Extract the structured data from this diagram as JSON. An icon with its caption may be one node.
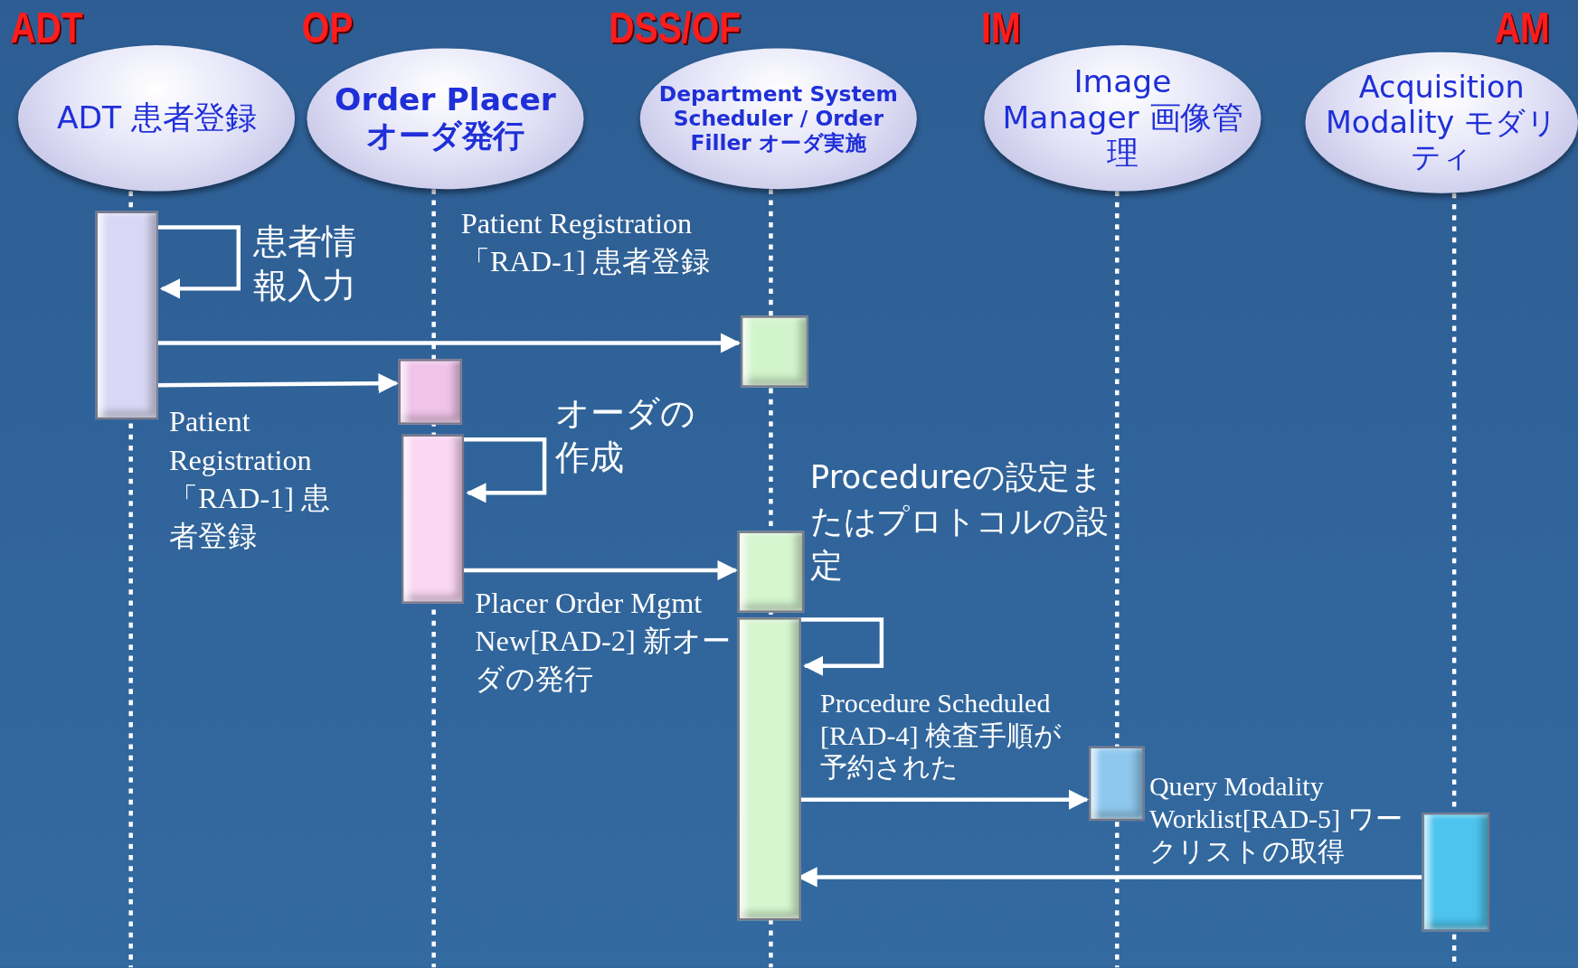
{
  "diagram": {
    "nodes": [
      {
        "text": [
          "ADT",
          "ADT 患者登録"
        ]
      },
      {
        "text": [
          "OP",
          "Order Placer オーダ発行"
        ]
      },
      {
        "text": [
          "DSS/OF",
          "Department System Scheduler / Order Filler オーダ実施"
        ]
      },
      {
        "text": [
          "IM",
          "Image Manager 画像管理"
        ]
      },
      {
        "text": [
          "AM",
          "Acquisition Modality モダリティ"
        ]
      },
      {
        "text": [],
        "shape": "bar"
      },
      {
        "text": [],
        "shape": "bar"
      },
      {
        "text": [],
        "shape": "bar"
      },
      {
        "text": [],
        "shape": "bar"
      },
      {
        "text": [],
        "shape": "bar"
      },
      {
        "text": [],
        "shape": "bar"
      },
      {
        "text": [],
        "shape": "bar"
      },
      {
        "text": [],
        "shape": "bar"
      }
    ],
    "edges": [
      {
        "from": 5,
        "to": 5,
        "arrow": "to",
        "label": "患者情報入力"
      },
      {
        "from": 5,
        "to": 8,
        "arrow": "to",
        "label": "Patient Registration 「RAD-1] 患者登録"
      },
      {
        "from": 5,
        "to": 6,
        "arrow": "to",
        "label": "Patient Registration 「RAD-1] 患者登録"
      },
      {
        "from": 7,
        "to": 7,
        "arrow": "to",
        "label": "オーダの作成"
      },
      {
        "from": 7,
        "to": 9,
        "arrow": "to",
        "label": "Placer Order Mgmt New[RAD-2] 新オーダの発行"
      },
      {
        "from": 10,
        "to": 10,
        "arrow": "to",
        "label": "Procedureの設定またはプロトコルの設定"
      },
      {
        "from": 10,
        "to": 11,
        "arrow": "to",
        "label": "Procedure Scheduled [RAD-4] 検査手順が予約された"
      },
      {
        "from": 12,
        "to": 10,
        "arrow": "to",
        "label": "Query Modality Worklist[RAD-5] ワークリストの取得"
      }
    ]
  }
}
